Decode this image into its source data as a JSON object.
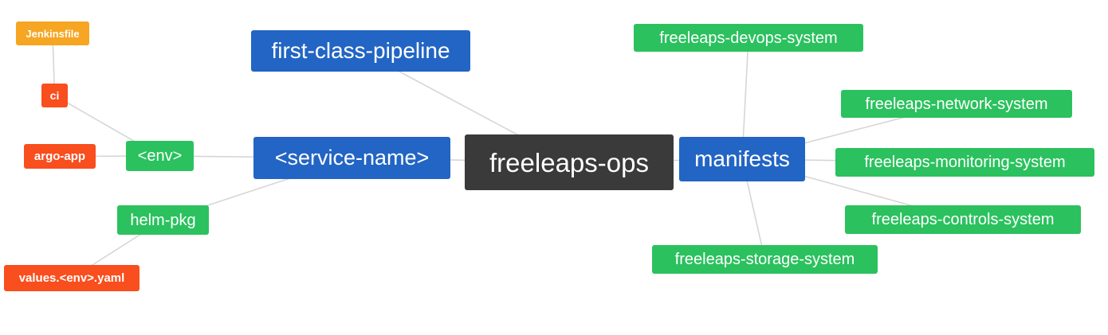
{
  "diagram": {
    "type": "mindmap",
    "root": "root"
  },
  "colors": {
    "blue": "#2265c4",
    "green": "#2bc15e",
    "orange": "#f6a623",
    "red_orange": "#f94e1d",
    "dark": "#3a3a3a",
    "edge": "#d6d6d6",
    "background": "#ffffff",
    "text": "#ffffff"
  },
  "nodes": {
    "root": {
      "label": "freeleaps-ops",
      "color": "dark"
    },
    "first_class_pipeline": {
      "label": "first-class-pipeline",
      "color": "blue"
    },
    "service_name": {
      "label": "<service-name>",
      "color": "blue"
    },
    "manifests": {
      "label": "manifests",
      "color": "blue"
    },
    "env": {
      "label": "<env>",
      "color": "green"
    },
    "helm_pkg": {
      "label": "helm-pkg",
      "color": "green"
    },
    "ci": {
      "label": "ci",
      "color": "red_orange"
    },
    "jenkinsfile": {
      "label": "Jenkinsfile",
      "color": "orange"
    },
    "argo_app": {
      "label": "argo-app",
      "color": "red_orange"
    },
    "values_env_yaml": {
      "label": "values.<env>.yaml",
      "color": "red_orange"
    },
    "devops_system": {
      "label": "freeleaps-devops-system",
      "color": "green"
    },
    "network_system": {
      "label": "freeleaps-network-system",
      "color": "green"
    },
    "monitoring_system": {
      "label": "freeleaps-monitoring-system",
      "color": "green"
    },
    "controls_system": {
      "label": "freeleaps-controls-system",
      "color": "green"
    },
    "storage_system": {
      "label": "freeleaps-storage-system",
      "color": "green"
    }
  },
  "edges": [
    [
      "root",
      "first_class_pipeline"
    ],
    [
      "root",
      "service_name"
    ],
    [
      "root",
      "manifests"
    ],
    [
      "service_name",
      "env"
    ],
    [
      "service_name",
      "helm_pkg"
    ],
    [
      "env",
      "ci"
    ],
    [
      "env",
      "argo_app"
    ],
    [
      "ci",
      "jenkinsfile"
    ],
    [
      "helm_pkg",
      "values_env_yaml"
    ],
    [
      "manifests",
      "devops_system"
    ],
    [
      "manifests",
      "network_system"
    ],
    [
      "manifests",
      "monitoring_system"
    ],
    [
      "manifests",
      "controls_system"
    ],
    [
      "manifests",
      "storage_system"
    ]
  ]
}
